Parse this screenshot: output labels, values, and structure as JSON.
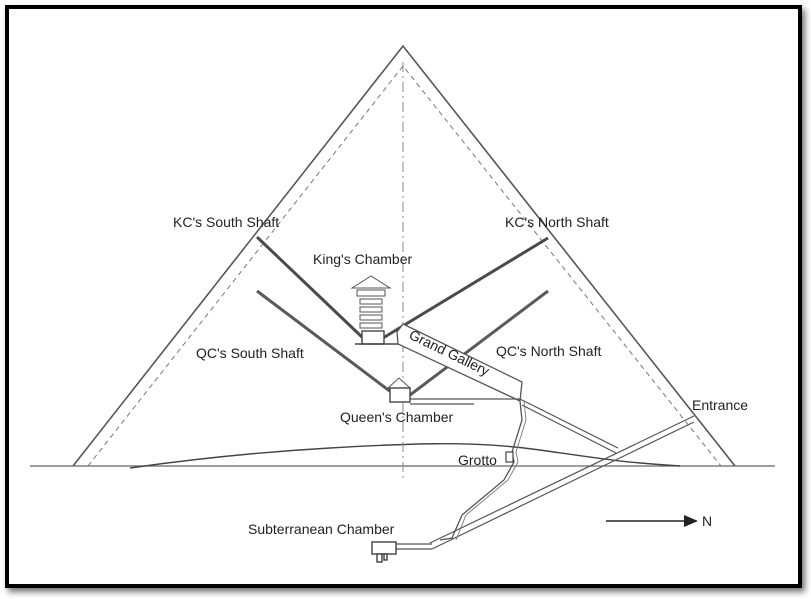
{
  "labels": {
    "kc_south_shaft": "KC's South Shaft",
    "kc_north_shaft": "KC's North Shaft",
    "kings_chamber": "King's Chamber",
    "qc_south_shaft": "QC's South Shaft",
    "qc_north_shaft": "QC's North Shaft",
    "grand_gallery": "Grand Gallery",
    "queens_chamber": "Queen's Chamber",
    "entrance": "Entrance",
    "grotto": "Grotto",
    "subterranean_chamber": "Subterranean Chamber",
    "north": "N"
  },
  "colors": {
    "line": "#555555",
    "shaft": "#4a4a4a",
    "border": "#000000",
    "text": "#222222"
  }
}
